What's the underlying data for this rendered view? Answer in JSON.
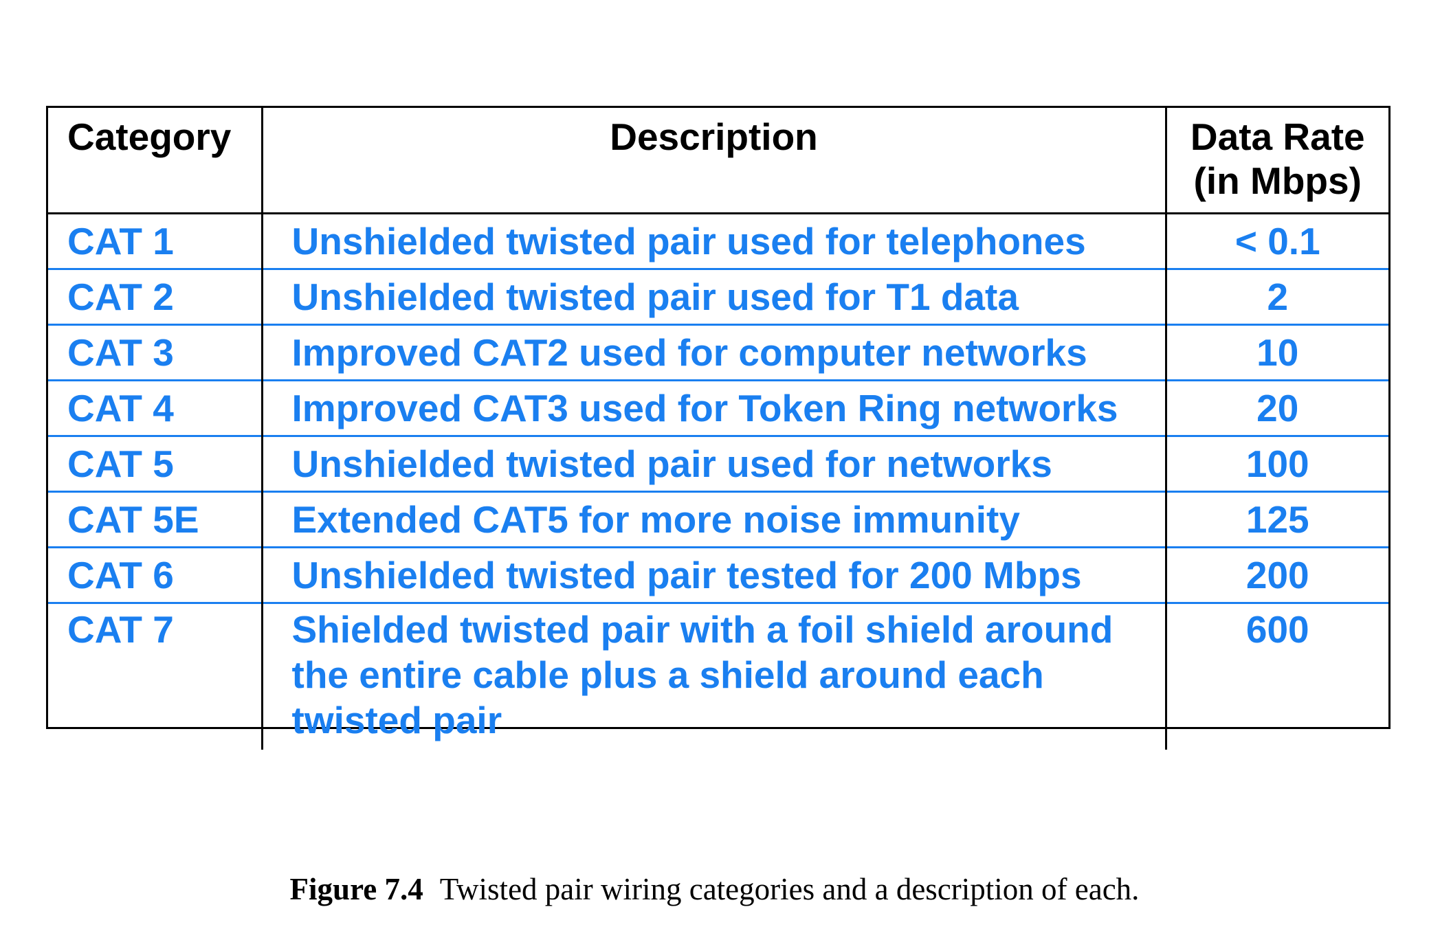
{
  "table": {
    "headers": {
      "category": "Category",
      "description": "Description",
      "rate_line1": "Data Rate",
      "rate_line2": "(in Mbps)"
    },
    "rows": [
      {
        "category": "CAT 1",
        "description": "Unshielded twisted pair used for telephones",
        "rate": "< 0.1"
      },
      {
        "category": "CAT 2",
        "description": "Unshielded twisted pair used for T1 data",
        "rate": "2"
      },
      {
        "category": "CAT 3",
        "description": "Improved CAT2 used for computer networks",
        "rate": "10"
      },
      {
        "category": "CAT 4",
        "description": "Improved CAT3 used for Token Ring networks",
        "rate": "20"
      },
      {
        "category": "CAT 5",
        "description": "Unshielded twisted pair used for networks",
        "rate": "100"
      },
      {
        "category": "CAT 5E",
        "description": "Extended CAT5 for more noise immunity",
        "rate": "125"
      },
      {
        "category": "CAT 6",
        "description": "Unshielded twisted pair tested for 200 Mbps",
        "rate": "200"
      },
      {
        "category": "CAT 7",
        "description": "Shielded twisted pair with a foil shield around the entire cable plus a shield around each twisted pair",
        "rate": "600"
      }
    ]
  },
  "caption": {
    "label": "Figure 7.4",
    "text": "Twisted pair wiring categories and a description of each."
  },
  "colors": {
    "text_accent": "#1a7ff0",
    "border": "#000000"
  }
}
